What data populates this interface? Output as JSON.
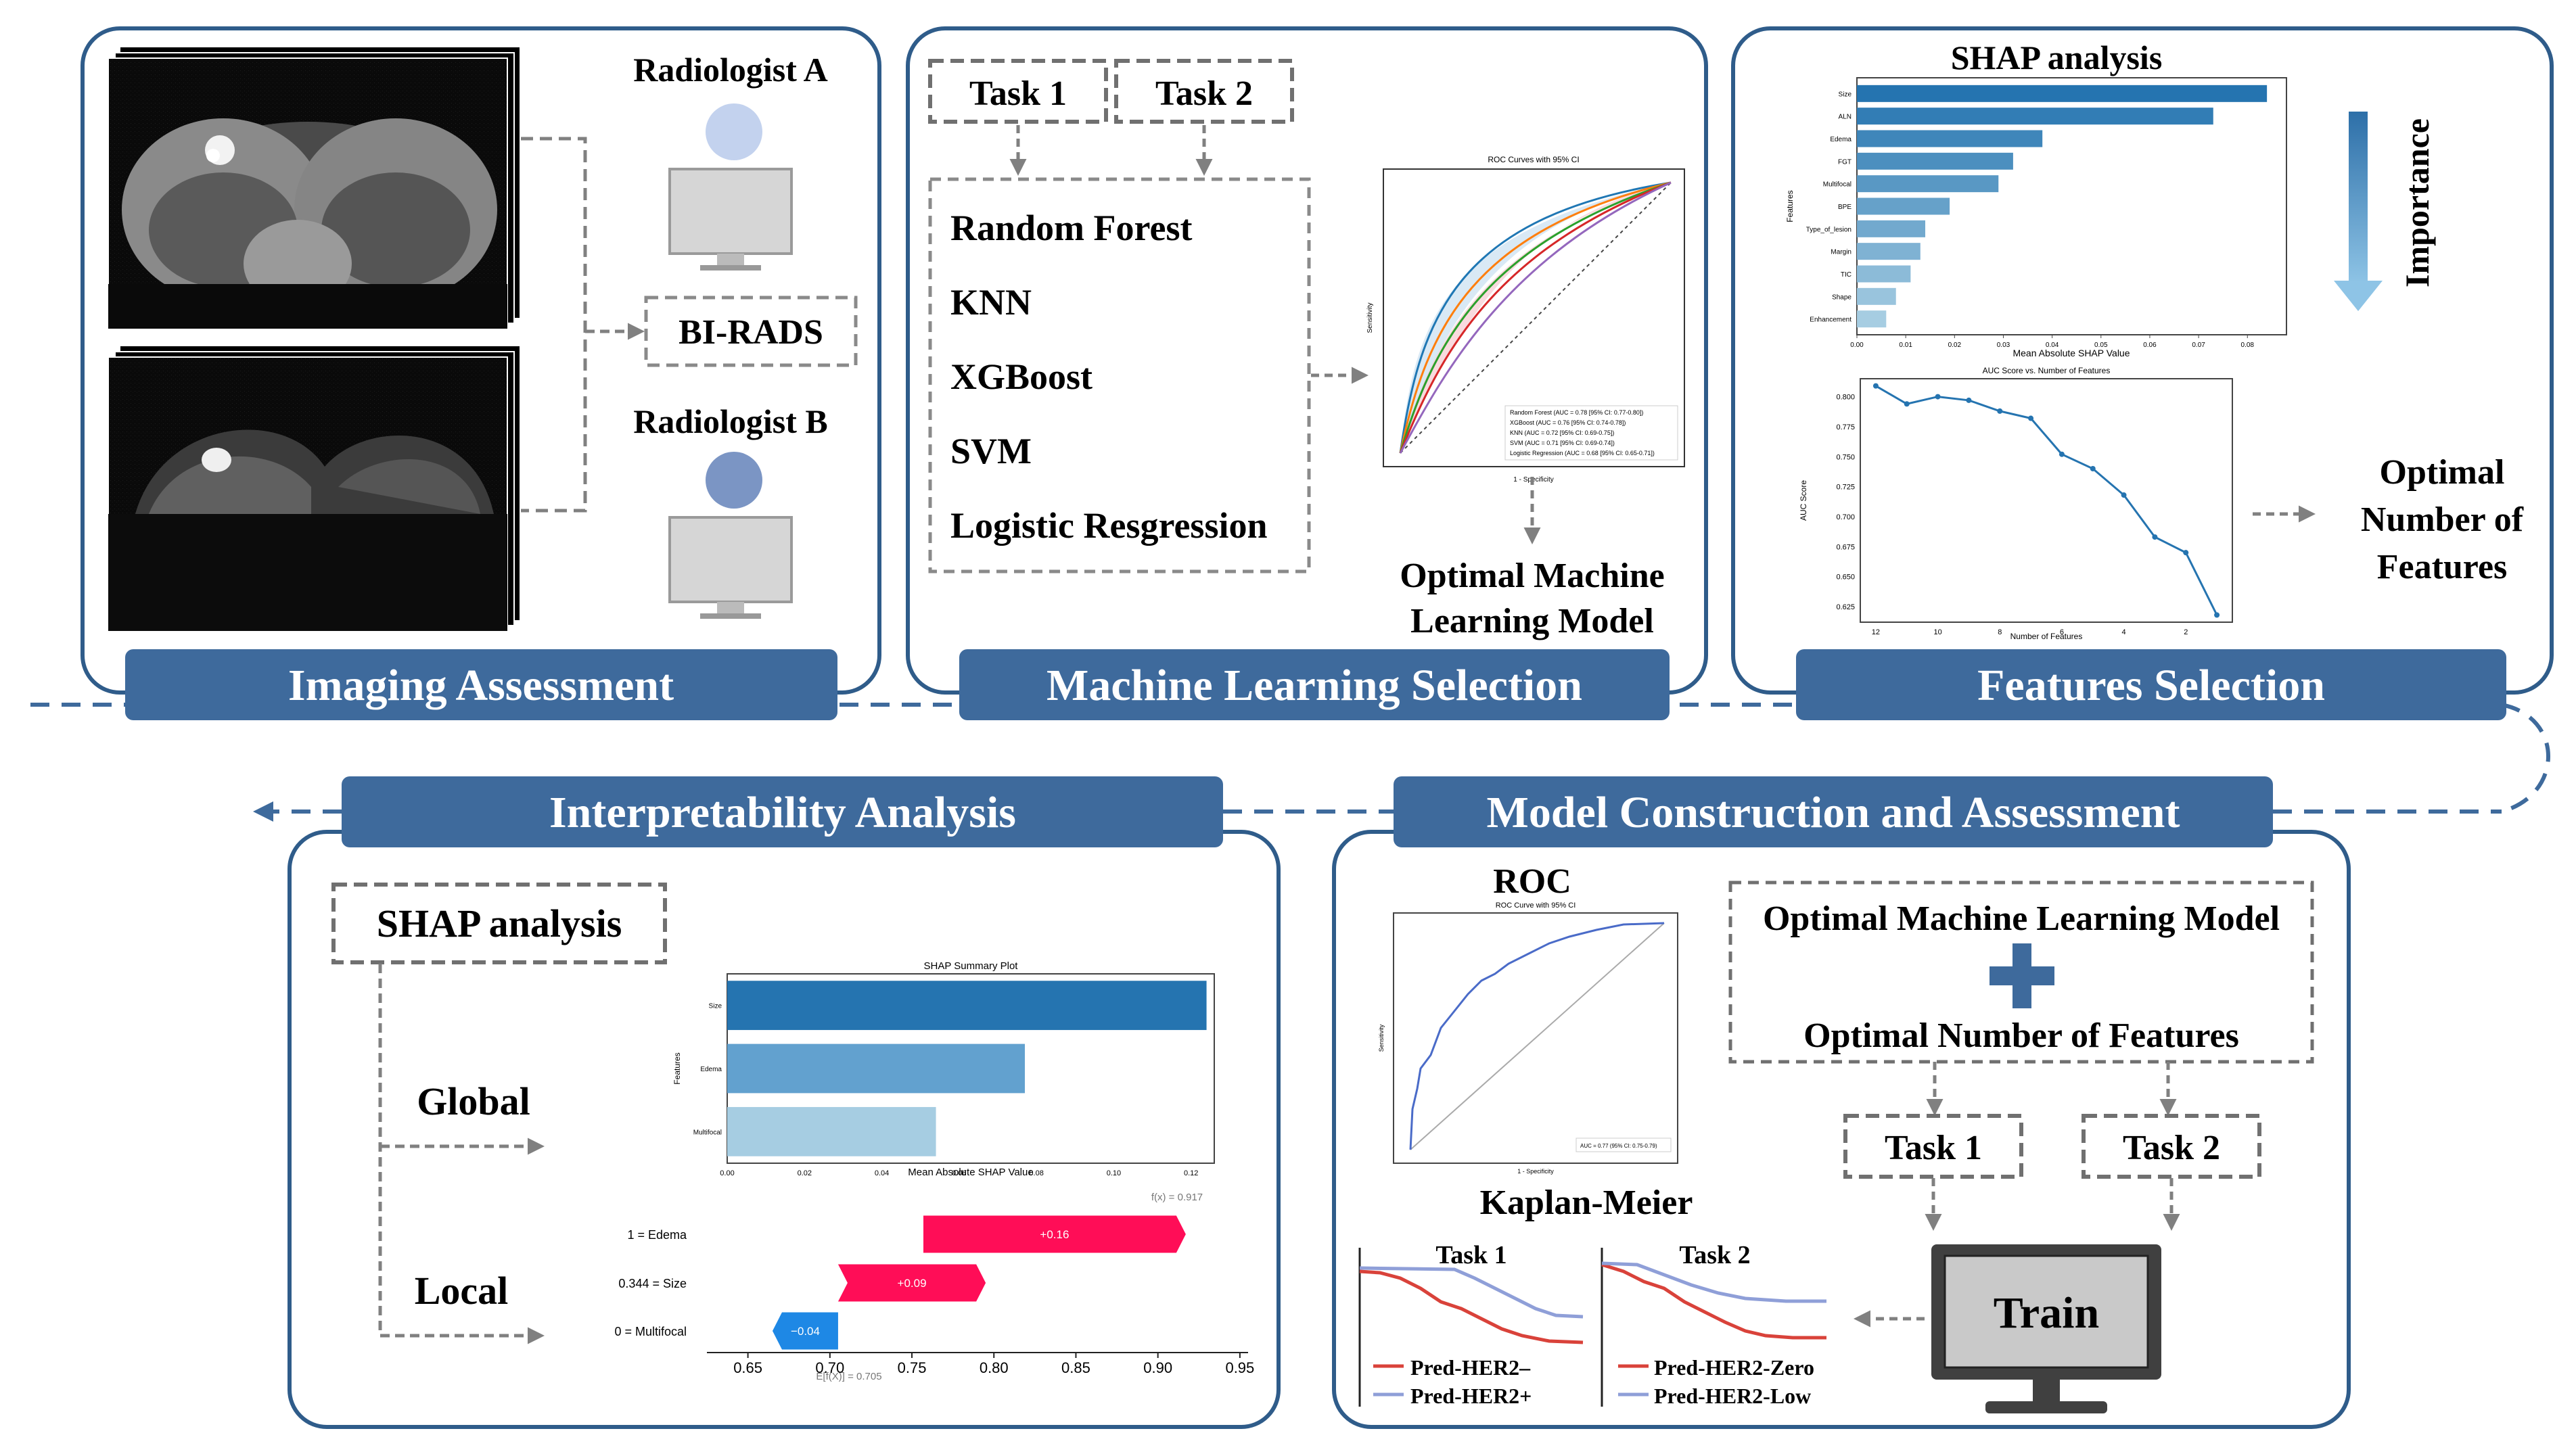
{
  "panels": {
    "imaging": {
      "title": "Imaging Assessment",
      "radiologist_a": "Radiologist A",
      "radiologist_b": "Radiologist B",
      "birads": "BI-RADS"
    },
    "ml_selection": {
      "title": "Machine Learning Selection",
      "task1": "Task 1",
      "task2": "Task 2",
      "models": [
        "Random Forest",
        "KNN",
        "XGBoost",
        "SVM",
        "Logistic Resgression"
      ],
      "output": [
        "Optimal Machine",
        "Learning Model"
      ],
      "roc_title": "ROC Curves with 95% CI",
      "roc_xlabel": "1 - Specificity",
      "roc_ylabel": "Sensitivity",
      "roc_legend": [
        "Random Forest (AUC = 0.78 [95% CI: 0.77-0.80])",
        "XGBoost (AUC = 0.76 [95% CI: 0.74-0.78])",
        "KNN (AUC = 0.72 [95% CI: 0.69-0.75])",
        "SVM (AUC = 0.71 [95% CI: 0.69-0.74])",
        "Logistic Regression (AUC = 0.68 [95% CI: 0.65-0.71])"
      ]
    },
    "features": {
      "title": "Features Selection",
      "shap_title": "SHAP analysis",
      "importance_label": "Importance",
      "optimal": [
        "Optimal",
        "Number of",
        "Features"
      ],
      "auc_title": "AUC Score vs. Number of Features",
      "auc_xlabel": "Number of Features",
      "auc_ylabel": "AUC Score",
      "shap_xlabel": "Mean Absolute SHAP Value",
      "shap_ylabel": "Features"
    },
    "interpretability": {
      "title": "Interpretability Analysis",
      "shap_box": "SHAP analysis",
      "global": "Global",
      "local": "Local",
      "summary_title": "SHAP Summary Plot",
      "summary_xlabel": "Mean Absolute SHAP Value",
      "summary_ylabel": "Features",
      "fx_label": "f(x) = 0.917",
      "efx_label": "E[f(X)] = 0.705"
    },
    "model": {
      "title": "Model Construction and Assessment",
      "roc_label": "ROC",
      "km_label": "Kaplan-Meier",
      "optimal_model": "Optimal Machine Learning Model",
      "optimal_features": "Optimal Number of Features",
      "task1": "Task 1",
      "task2": "Task 2",
      "train": "Train",
      "roc_title": "ROC Curve with 95% CI",
      "roc_xlabel": "1 - Specificity",
      "roc_ylabel": "Sensitivity",
      "roc_legend": "AUC = 0.77 (95% CI: 0.75-0.79)",
      "km_task1": "Task 1",
      "km_task2": "Task 2",
      "km_legend1": [
        "Pred-HER2–",
        "Pred-HER2+"
      ],
      "km_legend2": [
        "Pred-HER2-Zero",
        "Pred-HER2-Low"
      ]
    }
  },
  "colors": {
    "banner": "#3e6a9c",
    "panel_border": "#2f5c8a",
    "arrow_gray": "#808080",
    "shap_dark": "#2574b0",
    "shap_light": "#a6cde2",
    "pos_red": "#ff0d57",
    "neg_blue": "#1e88e5",
    "km_red": "#d9423a",
    "km_blue": "#8f9fd8"
  },
  "chart_data": [
    {
      "type": "bar",
      "title": "",
      "xlabel": "Mean Absolute SHAP Value",
      "ylabel": "Features",
      "categories": [
        "Size",
        "ALN",
        "Edema",
        "FGT",
        "Multifocal",
        "BPE",
        "Type_of_lesion",
        "Margin",
        "TIC",
        "Shape",
        "Enhancement"
      ],
      "values": [
        0.084,
        0.073,
        0.038,
        0.032,
        0.029,
        0.019,
        0.014,
        0.013,
        0.011,
        0.008,
        0.006
      ],
      "xlim": [
        0,
        0.088
      ],
      "xticks": [
        "0.00",
        "0.01",
        "0.02",
        "0.03",
        "0.04",
        "0.05",
        "0.06",
        "0.07",
        "0.08"
      ]
    },
    {
      "type": "line",
      "title": "AUC Score vs. Number of Features",
      "xlabel": "Number of Features",
      "ylabel": "AUC Score",
      "x": [
        12,
        11,
        10,
        9,
        8,
        7,
        6,
        5,
        4,
        3,
        2,
        1
      ],
      "values": [
        0.809,
        0.794,
        0.8,
        0.797,
        0.788,
        0.782,
        0.752,
        0.74,
        0.718,
        0.683,
        0.67,
        0.618
      ],
      "xticks": [
        "12",
        "10",
        "8",
        "6",
        "4",
        "2"
      ],
      "yticks": [
        "0.625",
        "0.650",
        "0.675",
        "0.700",
        "0.725",
        "0.750",
        "0.775",
        "0.800"
      ],
      "ylim": [
        0.612,
        0.815
      ]
    },
    {
      "type": "bar",
      "title": "SHAP Summary Plot",
      "xlabel": "Mean Absolute SHAP Value",
      "ylabel": "Features",
      "categories": [
        "Size",
        "Edema",
        "Multifocal"
      ],
      "values": [
        0.124,
        0.077,
        0.054
      ],
      "xlim": [
        0,
        0.12
      ],
      "xticks": [
        "0.00",
        "0.02",
        "0.04",
        "0.06",
        "0.08",
        "0.10",
        "0.12"
      ]
    },
    {
      "type": "bar",
      "title": "",
      "categories": [
        "1 = Edema",
        "0.344 = Size",
        "0 = Multifocal"
      ],
      "values": [
        0.16,
        0.09,
        -0.04
      ],
      "labels": [
        "+0.16",
        "+0.09",
        "−0.04"
      ],
      "base_value": 0.705,
      "output_value": 0.917,
      "xticks": [
        "0.65",
        "0.70",
        "0.75",
        "0.80",
        "0.85",
        "0.90",
        "0.95"
      ],
      "xlim": [
        0.625,
        0.955
      ]
    }
  ]
}
